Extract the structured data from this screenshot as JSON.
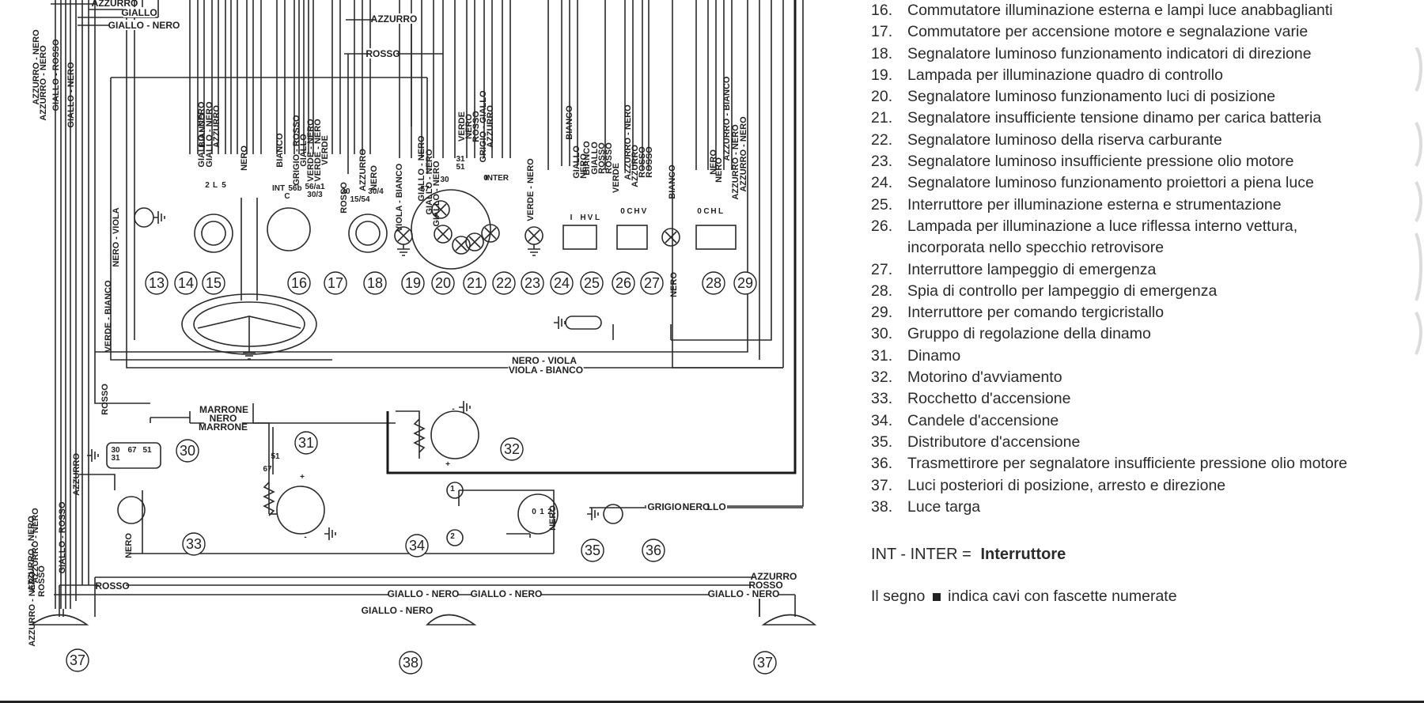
{
  "diagram": {
    "components": [
      "13",
      "14",
      "15",
      "16",
      "17",
      "18",
      "19",
      "20",
      "21",
      "22",
      "23",
      "24",
      "25",
      "26",
      "27",
      "28",
      "29",
      "30",
      "31",
      "32",
      "33",
      "34",
      "35",
      "36",
      "37",
      "38"
    ],
    "wire_labels_horizontal": [
      "AZZURRO",
      "GIALLO",
      "GIALLO - NERO",
      "AZZURRO",
      "ROSSO",
      "NERO - VIOLA",
      "VIOLA - BIANCO",
      "MARRONE",
      "NERO",
      "MARRONE",
      "GRIGIO - GIALLO",
      "ROSSO",
      "GIALLO - NERO",
      "GIALLO - NERO",
      "GIALLO - NERO",
      "GIALLO - NERO",
      "AZZURRO",
      "ROSSO",
      "NERO"
    ],
    "wire_labels_vertical": [
      "AZZURRO - NERO",
      "GIALLO - ROSSO",
      "AZZURRO - NERO",
      "GIALLO - NERO",
      "AZZURRO - NERO",
      "AZZURRO - NERO",
      "BIANCO",
      "AZZURRO",
      "GIALLO - NERO",
      "GIALLO - NERO",
      "NERO",
      "BIANCO",
      "GRIGIO - ROSSO",
      "GIALLO",
      "VERDE - NERO",
      "VERDE - NERO",
      "VERDE",
      "ROSSO",
      "AZZURRO",
      "NERO",
      "VIOLA - BIANCO",
      "GIALLO - NERO",
      "GIALLO - NERO",
      "GIALLO - NERO",
      "VERDE",
      "NERO",
      "ROSSO",
      "GRIGIO - GIALLO",
      "AZZURRO",
      "VERDE - NERO",
      "BIANCO",
      "GIALLO",
      "NERO",
      "BIANCO",
      "GIALLO",
      "ROSSO",
      "ROSSO",
      "VERDE",
      "AZZURRO - NERO",
      "AZZURRO",
      "ROSSO",
      "ROSSO",
      "BIANCO",
      "NERO",
      "NERO",
      "AZZURRO - BIANCO",
      "AZZURRO - NERO",
      "AZZURRO - NERO",
      "NERO - VIOLA",
      "VERDE - BIANCO",
      "ROSSO",
      "AZZURRO",
      "AZZURRO - NERO",
      "ROSSO",
      "GIALLO - ROSSO",
      "NERO",
      "NERO",
      "NERO"
    ],
    "terminal_labels": [
      "2",
      "L",
      "5",
      "INT",
      "56b",
      "C",
      "30/3",
      "56/a1",
      "30",
      "15/54",
      "30/4",
      "57",
      "30",
      "51",
      "31",
      "0",
      "INTER",
      "I",
      "H",
      "V",
      "L",
      "0",
      "C",
      "H",
      "V",
      "0",
      "C",
      "H",
      "L",
      "30",
      "67",
      "51",
      "31",
      "67",
      "51",
      "1",
      "2",
      "0",
      "1",
      "2",
      "+",
      "-",
      "+",
      "-"
    ]
  },
  "legend": [
    {
      "num": "16.",
      "text": "Commutatore illuminazione esterna e lampi luce anabbaglianti"
    },
    {
      "num": "17.",
      "text": "Commutatore per accensione motore e segnalazione varie"
    },
    {
      "num": "18.",
      "text": "Segnalatore luminoso funzionamento indicatori di direzione"
    },
    {
      "num": "19.",
      "text": "Lampada per illuminazione quadro di controllo"
    },
    {
      "num": "20.",
      "text": "Segnalatore luminoso funzionamento luci di posizione"
    },
    {
      "num": "21.",
      "text": "Segnalatore insufficiente tensione dinamo per carica batteria"
    },
    {
      "num": "22.",
      "text": "Segnalatore luminoso della riserva carburante"
    },
    {
      "num": "23.",
      "text": "Segnalatore luminoso insufficiente pressione olio motore"
    },
    {
      "num": "24.",
      "text": "Segnalatore luminoso funzionamento proiettori a piena luce"
    },
    {
      "num": "25.",
      "text": "Interruttore per illuminazione esterna e strumentazione"
    },
    {
      "num": "26.",
      "text": "Lampada per illuminazione a luce riflessa interno vettura, incorporata nello specchio retrovisore"
    },
    {
      "num": "27.",
      "text": "Interruttore lampeggio di emergenza"
    },
    {
      "num": "28.",
      "text": "Spia di controllo per lampeggio di emergenza"
    },
    {
      "num": "29.",
      "text": "Interruttore per comando tergicristallo"
    },
    {
      "num": "30.",
      "text": "Gruppo di regolazione della dinamo"
    },
    {
      "num": "31.",
      "text": "Dinamo"
    },
    {
      "num": "32.",
      "text": "Motorino d'avviamento"
    },
    {
      "num": "33.",
      "text": "Rocchetto d'accensione"
    },
    {
      "num": "34.",
      "text": "Candele d'accensione"
    },
    {
      "num": "35.",
      "text": "Distributore d'accensione"
    },
    {
      "num": "36.",
      "text": "Trasmettirore per segnalatore insufficiente pressione olio motore"
    },
    {
      "num": "37.",
      "text": "Luci posteriori di posizione, arresto e direzione"
    },
    {
      "num": "38.",
      "text": "Luce targa"
    }
  ],
  "abbreviation": {
    "term": "INT - INTER  =",
    "definition": "Interruttore"
  },
  "note": {
    "before": "Il segno",
    "after": "indica cavi con fascette numerate"
  }
}
